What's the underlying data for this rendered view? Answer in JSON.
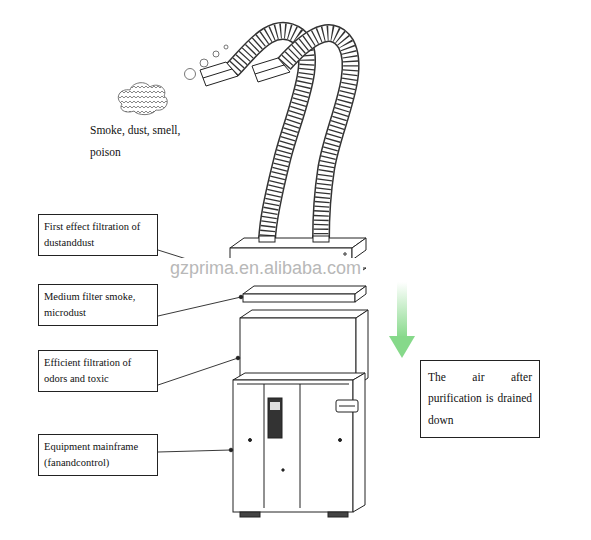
{
  "diagram": {
    "nodes": [
      {
        "text": [
          "First effect filtration of dustanddust"
        ]
      },
      {
        "text": [
          "Medium filter smoke, microdust"
        ]
      },
      {
        "text": [
          "Efficient filtration of odors and toxic"
        ]
      },
      {
        "text": [
          "Equipment mainframe (fanandcontrol)"
        ]
      },
      {
        "text": [
          "The air after purification is drained down"
        ]
      }
    ],
    "labels": [
      "Smoke, dust, smell, poison",
      "gzprima.en.alibaba.com"
    ]
  }
}
